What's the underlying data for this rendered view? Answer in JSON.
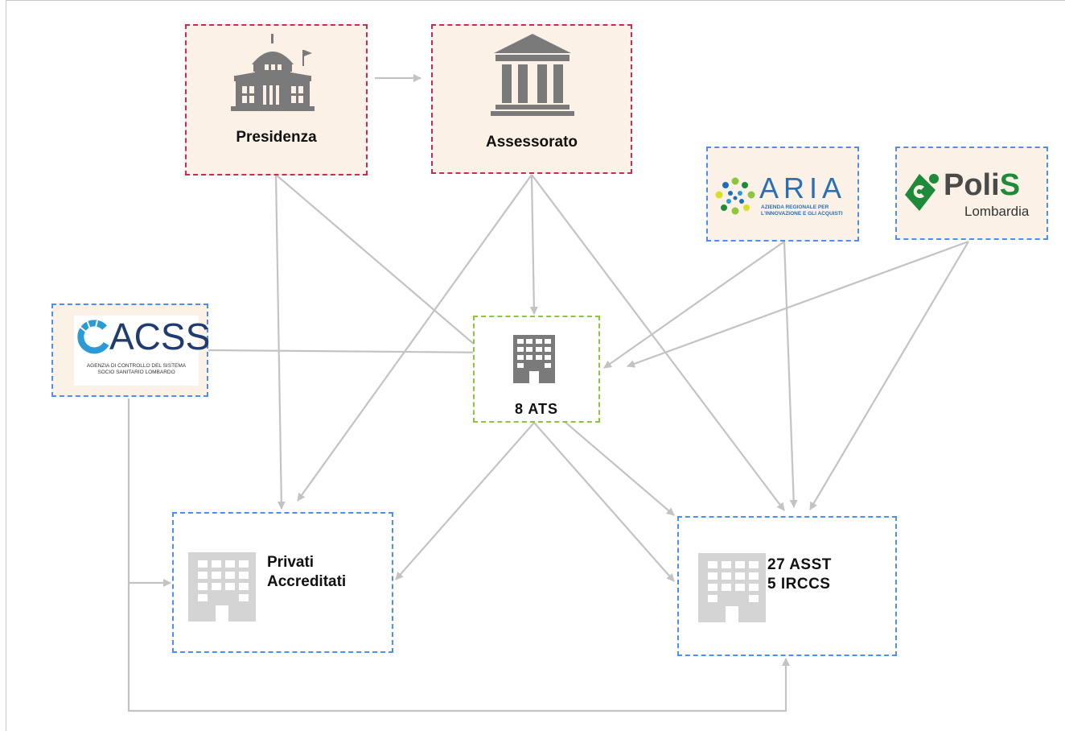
{
  "nodes": {
    "presidenza": {
      "label": "Presidenza",
      "icon": "government-building-icon"
    },
    "assessorato": {
      "label": "Assessorato",
      "icon": "institution-columns-icon"
    },
    "aria": {
      "name": "ARIA",
      "tagline_1": "AZIENDA REGIONALE PER",
      "tagline_2": "L'INNOVAZIONE E GLI ACQUISTI"
    },
    "polis": {
      "name_1": "Poli",
      "name_2": "S",
      "subtitle": "Lombardia"
    },
    "acss": {
      "name": "ACSS",
      "tagline_1": "AGENZIA DI CONTROLLO DEL SISTEMA",
      "tagline_2": "SOCIO SANITARIO LOMBARDO"
    },
    "ats": {
      "label": "8 ATS",
      "icon": "office-building-icon"
    },
    "privati": {
      "label_1": "Privati",
      "label_2": "Accreditati",
      "icon": "office-building-icon"
    },
    "asst": {
      "label_1": "27 ASST",
      "label_2": "5 IRCCS",
      "icon": "office-building-icon"
    }
  },
  "colors": {
    "institution_border": "#cc2a52",
    "agency_border": "#4d8ff0",
    "ats_border": "#8cc63f",
    "arrow": "#c3c3c3",
    "box_fill": "#fbf1e6",
    "aria_blue": "#2a6fb5",
    "aria_green": "#8cc63f",
    "polis_green": "#1f8a3a"
  }
}
